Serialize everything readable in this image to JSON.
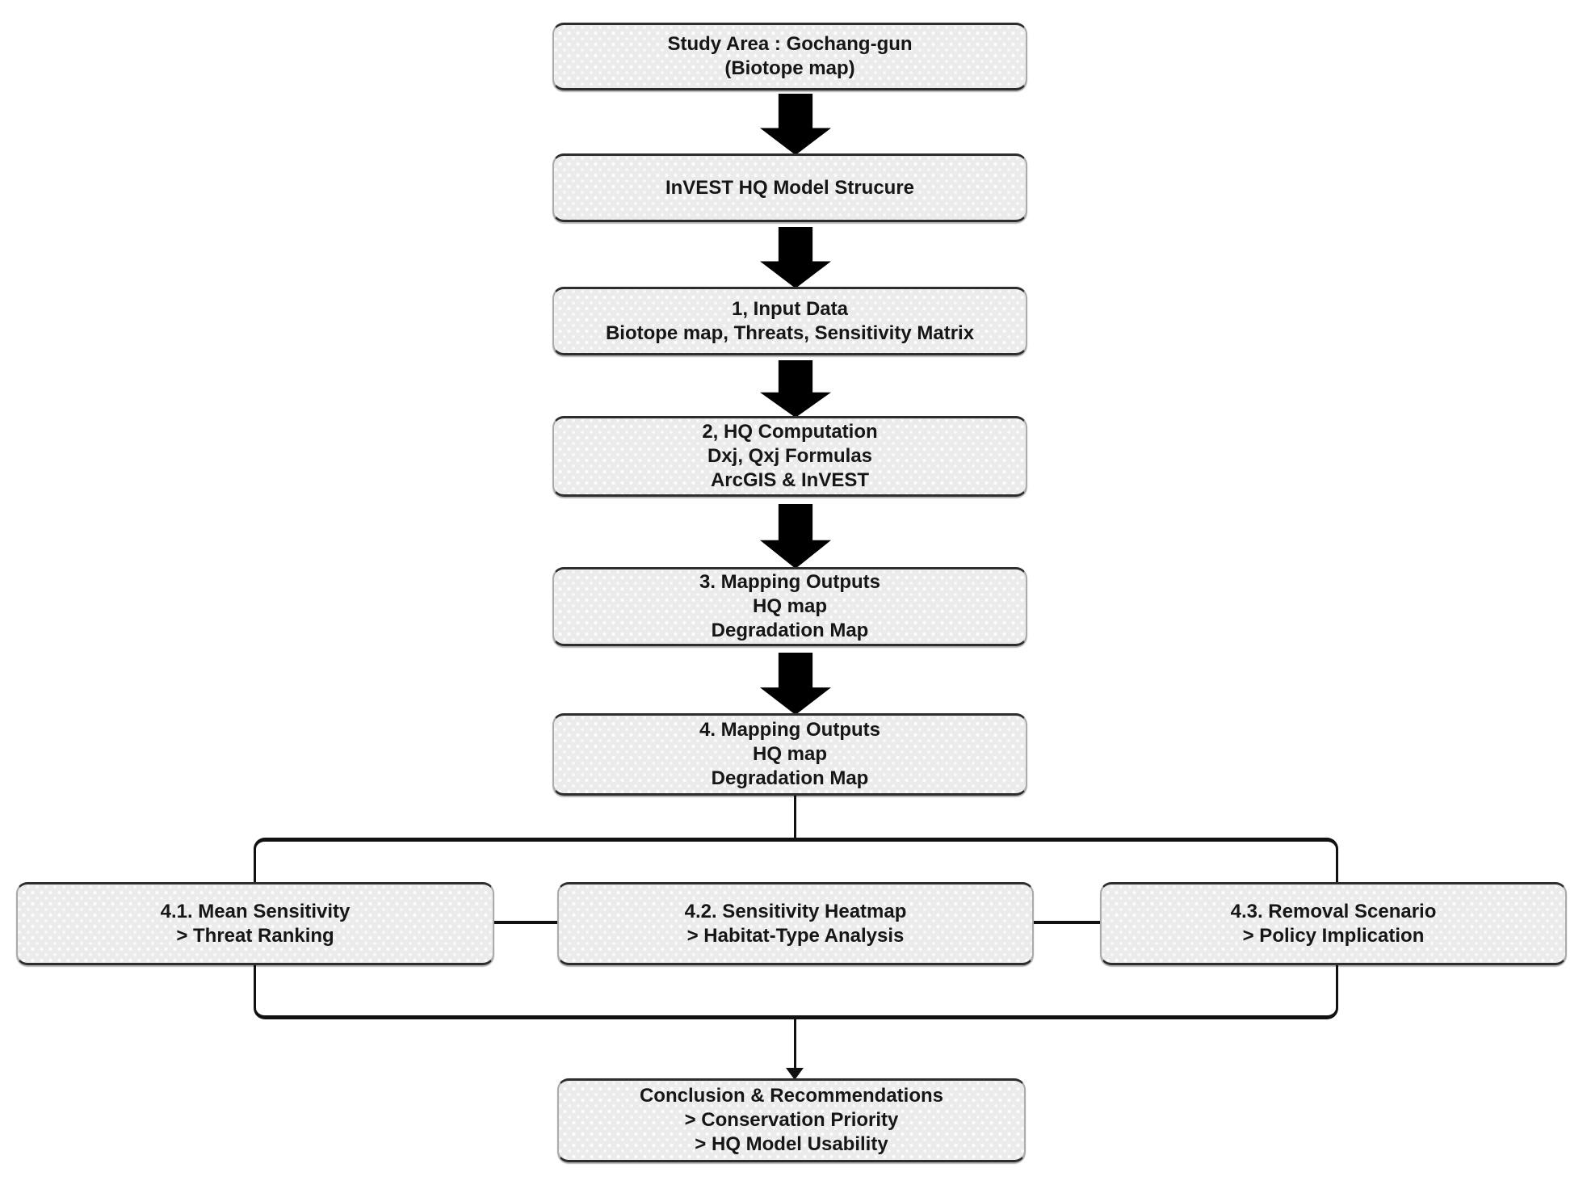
{
  "diagram": {
    "boxes": {
      "study_area": {
        "lines": [
          "Study Area : Gochang-gun",
          "(Biotope map)"
        ]
      },
      "invest_model": {
        "lines": [
          "InVEST HQ Model Strucure"
        ]
      },
      "input_data": {
        "lines": [
          "1, Input Data",
          "Biotope map, Threats, Sensitivity Matrix"
        ]
      },
      "hq_computation": {
        "lines": [
          "2, HQ Computation",
          "Dxj, Qxj Formulas",
          "ArcGIS & InVEST"
        ]
      },
      "mapping_outputs_3": {
        "lines": [
          "3. Mapping Outputs",
          "HQ map",
          "Degradation Map"
        ]
      },
      "mapping_outputs_4": {
        "lines": [
          "4. Mapping Outputs",
          "HQ map",
          "Degradation Map"
        ]
      },
      "mean_sensitivity": {
        "lines": [
          "4.1. Mean Sensitivity",
          "> Threat Ranking"
        ]
      },
      "sensitivity_heatmap": {
        "lines": [
          "4.2. Sensitivity Heatmap",
          "> Habitat-Type Analysis"
        ]
      },
      "removal_scenario": {
        "lines": [
          "4.3. Removal Scenario",
          "> Policy Implication"
        ]
      },
      "conclusion": {
        "lines": [
          "Conclusion & Recommendations",
          "> Conservation Priority",
          "> HQ Model Usability"
        ]
      }
    },
    "colors": {
      "background": "#ffffff",
      "box_fill": "#ebebeb",
      "box_border_dark": "#2d2d2d",
      "box_border_light": "#ababab",
      "arrow": "#000000",
      "line": "#111111",
      "text": "#161616"
    }
  }
}
